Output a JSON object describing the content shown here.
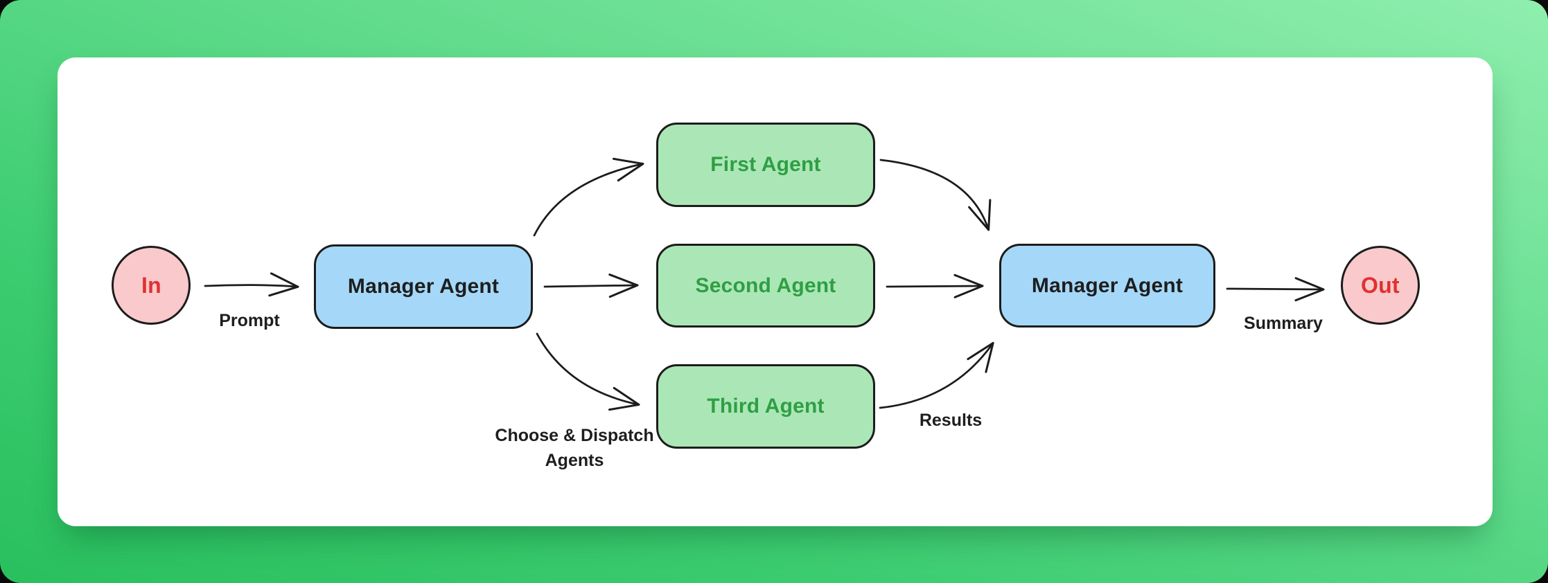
{
  "canvas": {
    "background_gradient_from": "#29bf5e",
    "background_gradient_to": "#8feeae",
    "card_color": "#ffffff",
    "stroke_color": "#1c1c1c"
  },
  "diagram": {
    "nodes": [
      {
        "id": "in",
        "label": "In",
        "shape": "circle",
        "fill": "#f9c9cb",
        "text_color": "#e03131"
      },
      {
        "id": "manager-agent-left",
        "label": "Manager Agent",
        "shape": "rounded-rect",
        "fill": "#a5d8f8",
        "text_color": "#1e1e1e"
      },
      {
        "id": "first-agent",
        "label": "First Agent",
        "shape": "rounded-rect",
        "fill": "#abe7b6",
        "text_color": "#2f9e44"
      },
      {
        "id": "second-agent",
        "label": "Second Agent",
        "shape": "rounded-rect",
        "fill": "#abe7b6",
        "text_color": "#2f9e44"
      },
      {
        "id": "third-agent",
        "label": "Third Agent",
        "shape": "rounded-rect",
        "fill": "#abe7b6",
        "text_color": "#2f9e44"
      },
      {
        "id": "manager-agent-right",
        "label": "Manager Agent",
        "shape": "rounded-rect",
        "fill": "#a5d8f8",
        "text_color": "#1e1e1e"
      },
      {
        "id": "out",
        "label": "Out",
        "shape": "circle",
        "fill": "#f9c9cb",
        "text_color": "#e03131"
      }
    ],
    "edge_labels": {
      "prompt": "Prompt",
      "dispatch_line1": "Choose & Dispatch",
      "dispatch_line2": "Agents",
      "results": "Results",
      "summary": "Summary"
    },
    "edges": [
      {
        "from": "in",
        "to": "manager-agent-left",
        "label": "Prompt"
      },
      {
        "from": "manager-agent-left",
        "to": "first-agent",
        "label": ""
      },
      {
        "from": "manager-agent-left",
        "to": "second-agent",
        "label": ""
      },
      {
        "from": "manager-agent-left",
        "to": "third-agent",
        "label": "Choose & Dispatch Agents"
      },
      {
        "from": "first-agent",
        "to": "manager-agent-right",
        "label": ""
      },
      {
        "from": "second-agent",
        "to": "manager-agent-right",
        "label": ""
      },
      {
        "from": "third-agent",
        "to": "manager-agent-right",
        "label": "Results"
      },
      {
        "from": "manager-agent-right",
        "to": "out",
        "label": "Summary"
      }
    ]
  }
}
